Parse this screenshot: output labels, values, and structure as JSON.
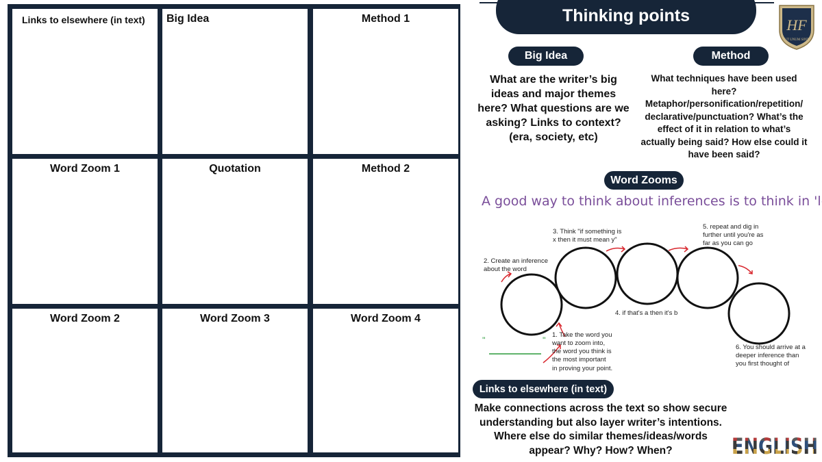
{
  "grid": {
    "cells": [
      {
        "title": "Links to elsewhere (in text)"
      },
      {
        "title": "Big Idea"
      },
      {
        "title": "Method 1"
      },
      {
        "title": "Word Zoom 1"
      },
      {
        "title": "Quotation"
      },
      {
        "title": "Method 2"
      },
      {
        "title": "Word Zoom 2"
      },
      {
        "title": "Word Zoom 3"
      },
      {
        "title": "Word Zoom 4"
      }
    ]
  },
  "header": {
    "title": "Thinking points"
  },
  "crest": {
    "monogram": "HF",
    "motto": "UT UNUM SINT"
  },
  "big_idea": {
    "label": "Big Idea",
    "lines": [
      "What are the writer’s big",
      "ideas and major themes",
      "here? What questions are we",
      "asking? Links to context?",
      "(era, society, etc)"
    ]
  },
  "method": {
    "label": "Method",
    "lines": [
      "What techniques have been used",
      "here?",
      "Metaphor/personification/repetition/",
      "declarative/punctuation? What’s the",
      "effect of it in relation to what’s",
      "actually being said? How else could it",
      "have been said?"
    ]
  },
  "word_zooms": {
    "label": "Word Zooms",
    "intro": "A good way to think about inferences is to think in 'loops'."
  },
  "diagram": {
    "step1": [
      "1.  Take the word you",
      "     want to zoom into,",
      "     the word you think is",
      "     the most important",
      "     in proving your point."
    ],
    "step2": [
      "2. Create an inference",
      "about the word"
    ],
    "step3": [
      "3. Think \"if something is",
      "x then it must mean y\""
    ],
    "step4": "4. if that's a then it's b",
    "step5": [
      "5. repeat and dig in",
      "further until you're as",
      "far as you can go"
    ],
    "step6": [
      "6. You should arrive at a",
      "deeper inference than",
      "you first thought of"
    ],
    "quote_mark_open": "''",
    "quote_mark_close": "''"
  },
  "links": {
    "label": "Links to elsewhere (in text)",
    "lines": [
      "Make connections across the text so show secure",
      "understanding but also layer writer’s intentions.",
      "Where else do similar themes/ideas/words",
      "appear? Why? How? When?"
    ]
  },
  "logo": {
    "text": "ENGLISH"
  },
  "colors": {
    "navy": "#162538",
    "purple": "#7a4e9a",
    "red": "#d8262d",
    "green": "#2a9a3a"
  }
}
